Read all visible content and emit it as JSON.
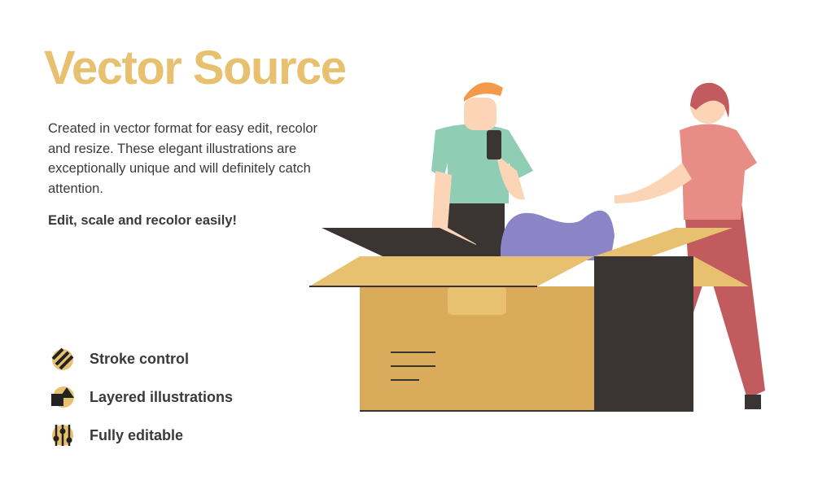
{
  "title": "Vector Source",
  "description": "Created in vector format for easy edit, recolor and resize.  These elegant illustrations are exceptionally unique and will definitely catch attention.",
  "tagline": "Edit, scale and recolor easily!",
  "features": [
    {
      "label": "Stroke control",
      "icon": "stroke-icon"
    },
    {
      "label": "Layered illustrations",
      "icon": "layers-icon"
    },
    {
      "label": "Fully editable",
      "icon": "sliders-icon"
    }
  ],
  "colors": {
    "accent": "#E8C170",
    "text": "#3a3a3a",
    "box": "#D9AB5A",
    "dark": "#3A3433"
  }
}
